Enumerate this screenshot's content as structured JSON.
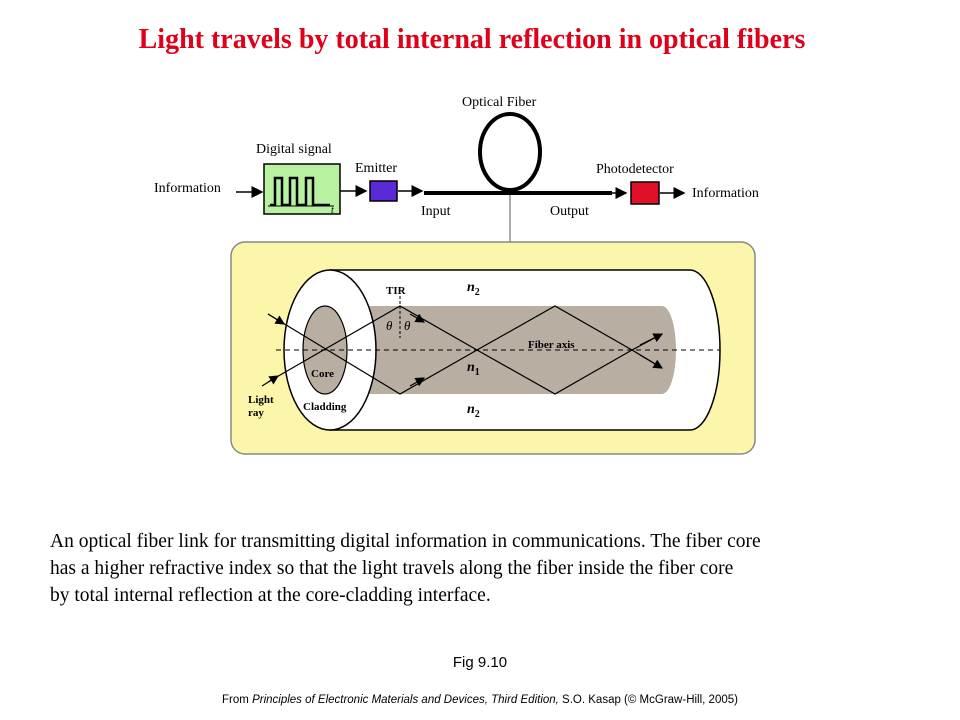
{
  "title": "Light travels by total internal reflection in optical fibers",
  "diagram": {
    "optical_fiber": "Optical Fiber",
    "digital_signal": "Digital signal",
    "emitter": "Emitter",
    "photodetector": "Photodetector",
    "information_in": "Information",
    "information_out": "Information",
    "input": "Input",
    "output": "Output",
    "t": "t",
    "tir": "TIR",
    "theta": "θ",
    "n_symbol": "n",
    "n2_sub": "2",
    "n1_sub": "1",
    "fiber_axis": "Fiber axis",
    "core": "Core",
    "cladding": "Cladding",
    "light_ray_1": "Light",
    "light_ray_2": "ray"
  },
  "colors": {
    "title": "#e0001a",
    "signal_box": "#b8f2a0",
    "emitter": "#5a2ad6",
    "photodetector": "#e01028",
    "panel_bg": "#fbf6a9",
    "core_fill": "#b8aea2"
  },
  "caption": "An optical fiber link for transmitting digital information in communications. The fiber core\nhas a higher refractive index so that the light travels along the fiber inside the fiber core\nby total internal reflection at the core-cladding interface.",
  "fig_label": "Fig 9.10",
  "credit": {
    "prefix": "From ",
    "book": "Principles of Electronic Materials and Devices, Third Edition,",
    "suffix": " S.O. Kasap (© McGraw-Hill,  2005)"
  }
}
